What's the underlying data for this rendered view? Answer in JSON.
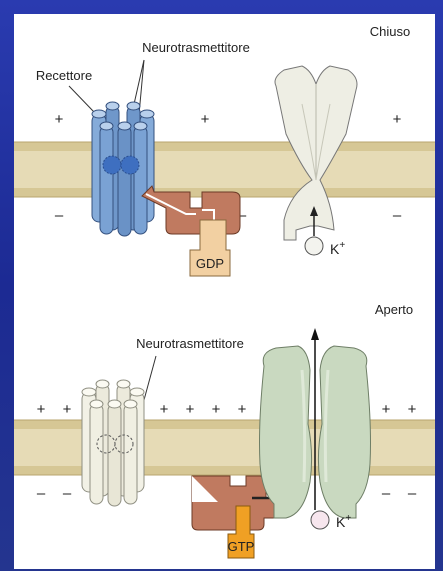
{
  "top_panel": {
    "state_label": "Chiuso",
    "receptor_label": "Recettore",
    "neurotransmitter_label": "Neurotrasmettitore",
    "g_protein_label": "GDP",
    "ion_label": "K",
    "ion_charge": "+",
    "outside_charges": [
      "+",
      "+",
      "+"
    ],
    "inside_charges": [
      "–",
      "–",
      "–"
    ]
  },
  "bottom_panel": {
    "state_label": "Aperto",
    "neurotransmitter_label": "Neurotrasmettitore",
    "g_protein_label": "GTP",
    "ion_label": "K",
    "ion_charge": "+",
    "outside_charges": [
      "+",
      "+",
      "+",
      "+",
      "+",
      "+",
      "+",
      "+"
    ],
    "inside_charges": [
      "–",
      "–",
      "–",
      "–"
    ]
  },
  "colors": {
    "frame": "#22309e",
    "membrane": "#e6dbb6",
    "membrane_edge": "#c6b582",
    "receptor_active": "#7ea6d8",
    "receptor_inactive": "#ecebde",
    "channel_closed": "#eeeee4",
    "channel_open": "#c9d9c0",
    "g_protein": "#c07a60",
    "gdp": "#f2d0a2",
    "gtp": "#f0a024",
    "ion": "#f7e6ee"
  }
}
